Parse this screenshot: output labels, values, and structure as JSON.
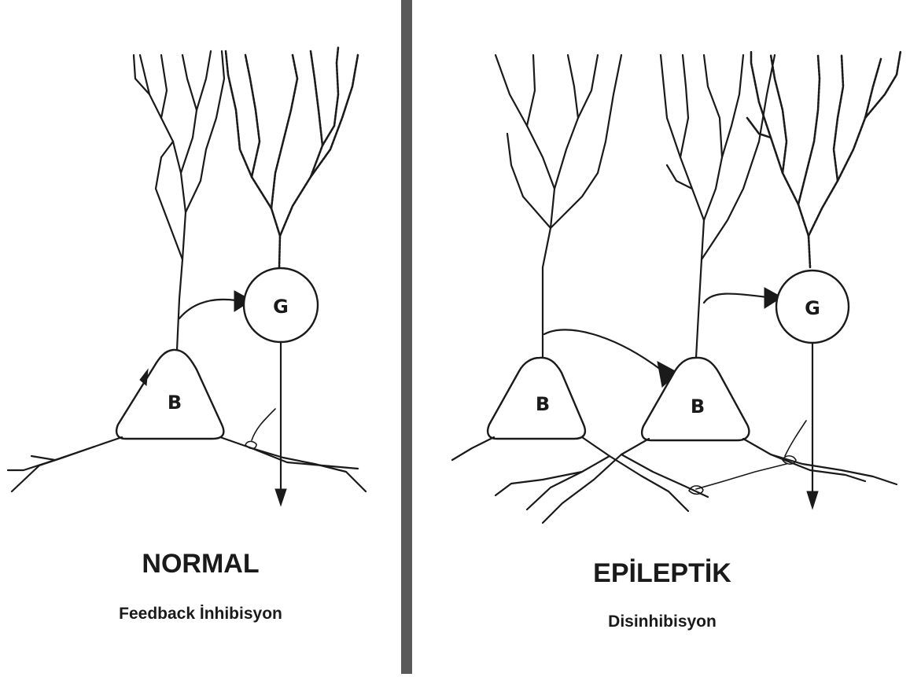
{
  "left_panel": {
    "title": "NORMAL",
    "subtitle": "Feedback İnhibisyon",
    "cells": {
      "pyramidal": "B",
      "interneuron": "G"
    }
  },
  "right_panel": {
    "title": "EPİLEPTİK",
    "subtitle": "Disinhibisyon",
    "cells": {
      "pyramidal_1": "B",
      "pyramidal_2": "B",
      "interneuron": "G"
    }
  },
  "colors": {
    "ink": "#1a1a1a",
    "divider": "#5a5a5a",
    "background": "#ffffff"
  }
}
